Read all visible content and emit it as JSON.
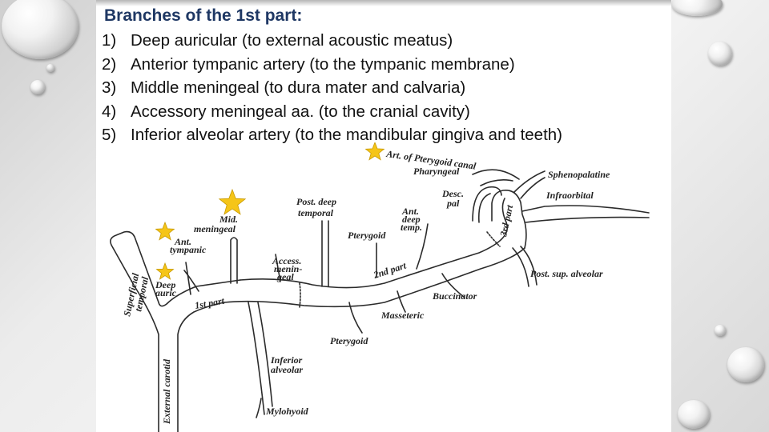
{
  "slide": {
    "title": "Branches of the 1st part:",
    "items": [
      {
        "num": "1)",
        "text": "Deep auricular (to external acoustic meatus)"
      },
      {
        "num": "2)",
        "text": "Anterior tympanic artery (to the tympanic membrane)"
      },
      {
        "num": "3)",
        "text": "Middle meningeal (to dura mater and calvaria)"
      },
      {
        "num": "4)",
        "text": "Accessory meningeal aa. (to the cranial cavity)"
      },
      {
        "num": "5)",
        "text": "Inferior alveolar artery (to the mandibular gingiva and teeth)"
      }
    ]
  },
  "diagram": {
    "labels": {
      "art_pterygoid_canal": "Art. of Pterygoid canal",
      "pharyngeal": "Pharyngeal",
      "sphenopalatine": "Sphenopalatine",
      "infraorbital": "Infraorbital",
      "desc_pal_1": "Desc.",
      "desc_pal_2": "pal",
      "third_part": "3rd part",
      "post_deep_temporal_1": "Post. deep",
      "post_deep_temporal_2": "temporal",
      "ant_deep_temp_1": "Ant.",
      "ant_deep_temp_2": "deep",
      "ant_deep_temp_3": "temp.",
      "pterygoid_upper": "Pterygoid",
      "mid_meningeal_1": "Mid.",
      "mid_meningeal_2": "meningeal",
      "ant_tympanic_1": "Ant.",
      "ant_tympanic_2": "tympanic",
      "access_meningeal_1": "Access.",
      "access_meningeal_2": "menin-",
      "access_meningeal_3": "geal",
      "deep_auric_1": "Deep",
      "deep_auric_2": "auric",
      "superficial_temporal_1": "Superficial",
      "superficial_temporal_2": "temporal",
      "first_part": "1st part",
      "second_part": "2nd part",
      "buccinator": "Buccinator",
      "post_sup_alveolar": "Post. sup. alveolar",
      "masseteric": "Masseteric",
      "pterygoid_lower": "Pterygoid",
      "inferior_alveolar_1": "Inferior",
      "inferior_alveolar_2": "alveolar",
      "external_carotid": "External carotid",
      "mylohyoid": "Mylohyoid"
    },
    "star_color": "#f5c518"
  }
}
